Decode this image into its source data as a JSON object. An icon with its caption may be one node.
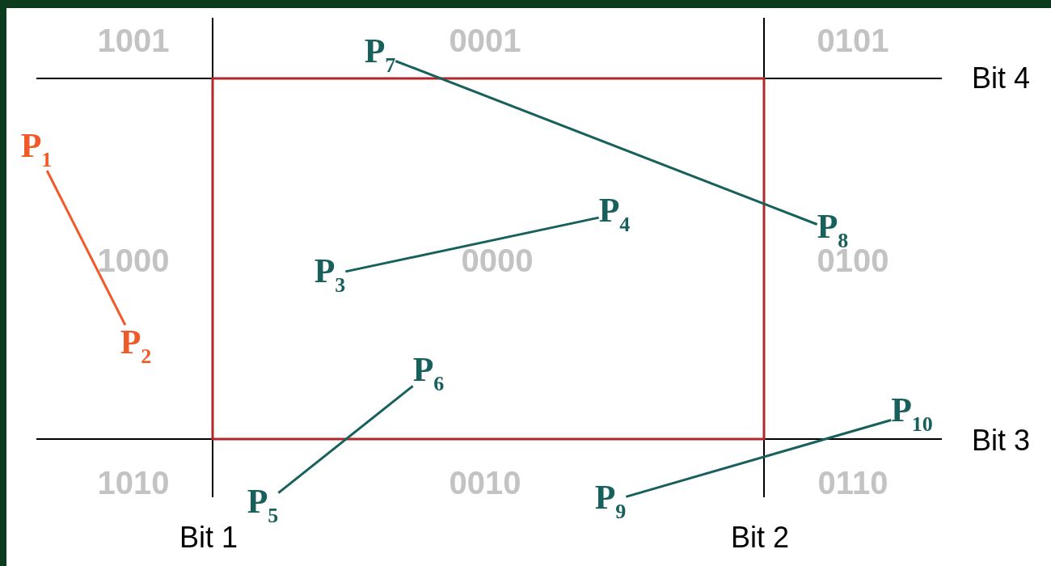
{
  "diagram": {
    "nodes": [
      {
        "text": [
          "P$_{7}$"
        ]
      },
      {
        "text": [
          "P$_{1}$"
        ]
      },
      {
        "text": [
          "P$_{4}$"
        ]
      },
      {
        "text": [
          "P$_{8}$"
        ]
      },
      {
        "text": [
          "P$_{3}$"
        ]
      },
      {
        "text": [
          "P$_{2}$"
        ]
      },
      {
        "text": [
          "P$_{6}$"
        ]
      },
      {
        "text": [
          "P$_{10}$"
        ]
      },
      {
        "text": [
          "P$_{5}$"
        ]
      },
      {
        "text": [
          "P$_{9}$"
        ]
      }
    ],
    "edges": [
      {
        "from": 1,
        "to": 5,
        "arrow": "none",
        "color": "#f05a28"
      },
      {
        "from": 4,
        "to": 2,
        "arrow": "none"
      },
      {
        "from": 8,
        "to": 6,
        "arrow": "none"
      },
      {
        "from": 0,
        "to": 3,
        "arrow": "none"
      },
      {
        "from": 9,
        "to": 7,
        "arrow": "none"
      }
    ],
    "labels": [
      "1001",
      "0001",
      "0101",
      "Bit 4",
      "1000",
      "0000",
      "0100",
      "Bit 3",
      "1010",
      "0010",
      "0110",
      "Bit 1",
      "Bit 2"
    ]
  }
}
